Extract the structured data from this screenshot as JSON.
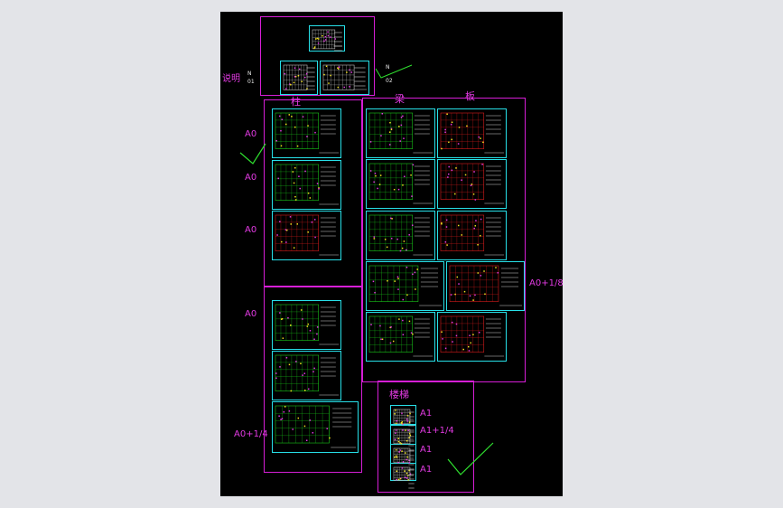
{
  "colors": {
    "viewport": "#e3e4e8",
    "canvas": "#000000",
    "group_border": "#d61ed6",
    "sheet_border": "#27e0e8",
    "check_mark": "#2fe02f",
    "grid_red": "#d81c1c",
    "grid_green": "#19c919"
  },
  "labels": {
    "description": "说明",
    "column": "柱",
    "beam": "梁",
    "slab": "板",
    "stair": "楼梯",
    "a0_1": "A0",
    "a0_2": "A0",
    "a0_3": "A0",
    "a0_4": "A0",
    "a0_quarter": "A0+1/4",
    "a0_eighth": "A0+1/8",
    "a1_1": "A1",
    "a1_quarter": "A1+1/4",
    "a1_2": "A1",
    "a1_3": "A1",
    "north_top": "N",
    "code_top": "01",
    "north_right": "N",
    "code_right": "02"
  },
  "icons": {
    "check": "check-mark-icon"
  }
}
